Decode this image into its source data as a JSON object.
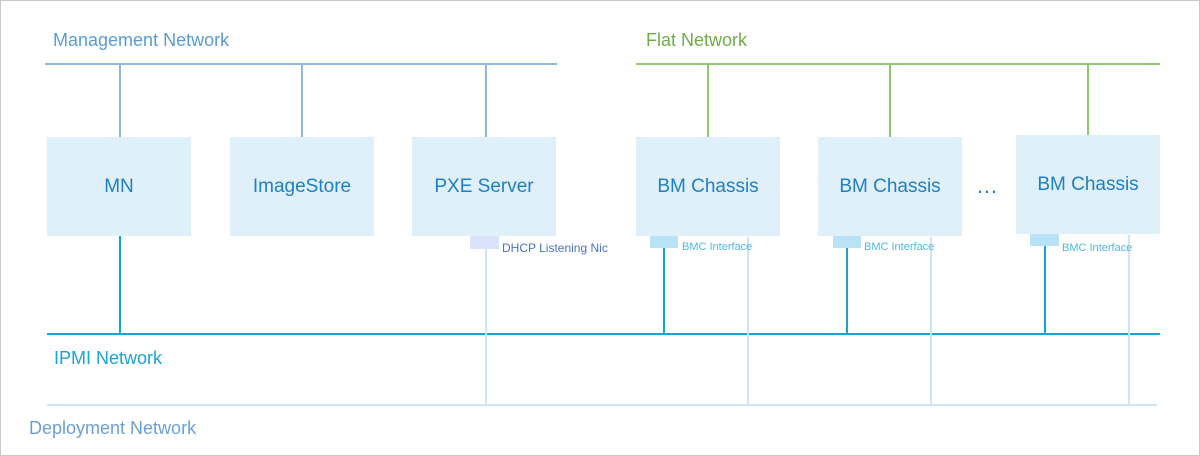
{
  "colors": {
    "management": "#8fb8e0",
    "flat": "#8fc66f",
    "ipmi": "#1aa3d6",
    "deployment": "#cfe4f4",
    "node_fill": "#dff0fb",
    "node_text": "#1f7fc4",
    "dhcp_nic": "#d9e4fa"
  },
  "networks": {
    "management": "Management Network",
    "flat": "Flat Network",
    "ipmi": "IPMI Network",
    "deployment": "Deployment Network"
  },
  "nodes": {
    "mn": "MN",
    "imagestore": "ImageStore",
    "pxe": "PXE Server",
    "bm1": "BM Chassis",
    "bm2": "BM Chassis",
    "bm3": "BM Chassis"
  },
  "ellipsis": "…",
  "nics": {
    "dhcp": "DHCP Listening Nic",
    "bmc1": "BMC Interface",
    "bmc2": "BMC Interface",
    "bmc3": "BMC Interface"
  }
}
